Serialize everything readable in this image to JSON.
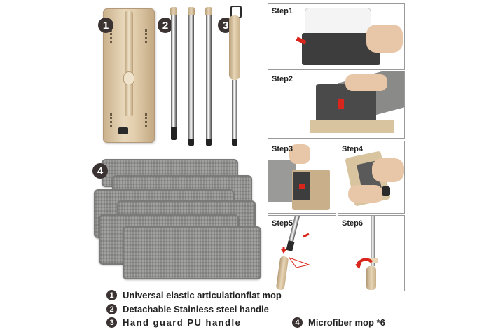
{
  "badges": {
    "b1": "1",
    "b2": "2",
    "b3": "3",
    "b4": "4"
  },
  "steps": [
    {
      "label": "Step1"
    },
    {
      "label": "Step2"
    },
    {
      "label": "Step3"
    },
    {
      "label": "Step4"
    },
    {
      "label": "Step5"
    },
    {
      "label": "Step6"
    }
  ],
  "legend": [
    {
      "num": "1",
      "text": "Universal elastic articulationflat mop"
    },
    {
      "num": "2",
      "text": "Detachable Stainless steel handle"
    },
    {
      "num": "3",
      "text": "Hand guard PU handle"
    },
    {
      "num": "4",
      "text": "Microfiber mop *6"
    }
  ],
  "colors": {
    "accent_red": "#d8261c",
    "mop_gold": "#d9c4a0",
    "pad_gray": "#8d8d8b",
    "badge_dark": "#3a3331"
  }
}
